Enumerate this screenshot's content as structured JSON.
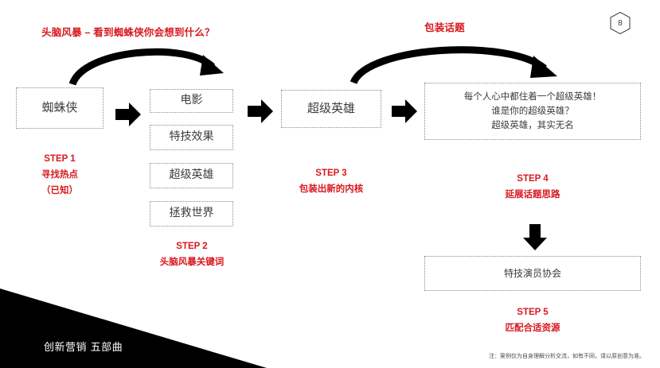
{
  "slide": {
    "page_number": "8",
    "headings": {
      "brainstorm": "头脑风暴 – 看到蜘蛛侠你会想到什么？",
      "packaging": "包装话题"
    },
    "boxes": {
      "spiderman": "蜘蛛侠",
      "keyword_1": "电影",
      "keyword_2": "特技效果",
      "keyword_3": "超级英雄",
      "keyword_4": "拯救世界",
      "hero": "超级英雄",
      "topic_line_1": "每个人心中都住着一个超级英雄！",
      "topic_line_2": "谁是你的超级英雄？",
      "topic_line_3": "超级英雄，其实无名",
      "association": "特技演员协会"
    },
    "steps": [
      {
        "id": "step-1",
        "label": "STEP 1",
        "desc_1": "寻找热点",
        "desc_2": "（已知）"
      },
      {
        "id": "step-2",
        "label": "STEP 2",
        "desc_1": "头脑风暴关键词",
        "desc_2": ""
      },
      {
        "id": "step-3",
        "label": "STEP 3",
        "desc_1": "包装出新的内核",
        "desc_2": ""
      },
      {
        "id": "step-4",
        "label": "STEP 4",
        "desc_1": "延展话题思路",
        "desc_2": ""
      },
      {
        "id": "step-5",
        "label": "STEP 5",
        "desc_1": "匹配合适资源",
        "desc_2": ""
      }
    ],
    "footer": {
      "title": "创新营销 五部曲",
      "note": "注：案例仅为自身理解分析交流，如有不同，请以原创意为准。"
    },
    "colors": {
      "accent_red": "#d71920",
      "box_border": "#8a8a8a",
      "text_dark": "#3c3c3c",
      "footer_black": "#000000"
    },
    "icons": {
      "page_badge": "hexagon-badge",
      "block_arrow": "right-block-arrow-icon",
      "down_arrow": "down-block-arrow-icon",
      "curved_arrow": "curved-arrow-icon"
    }
  }
}
